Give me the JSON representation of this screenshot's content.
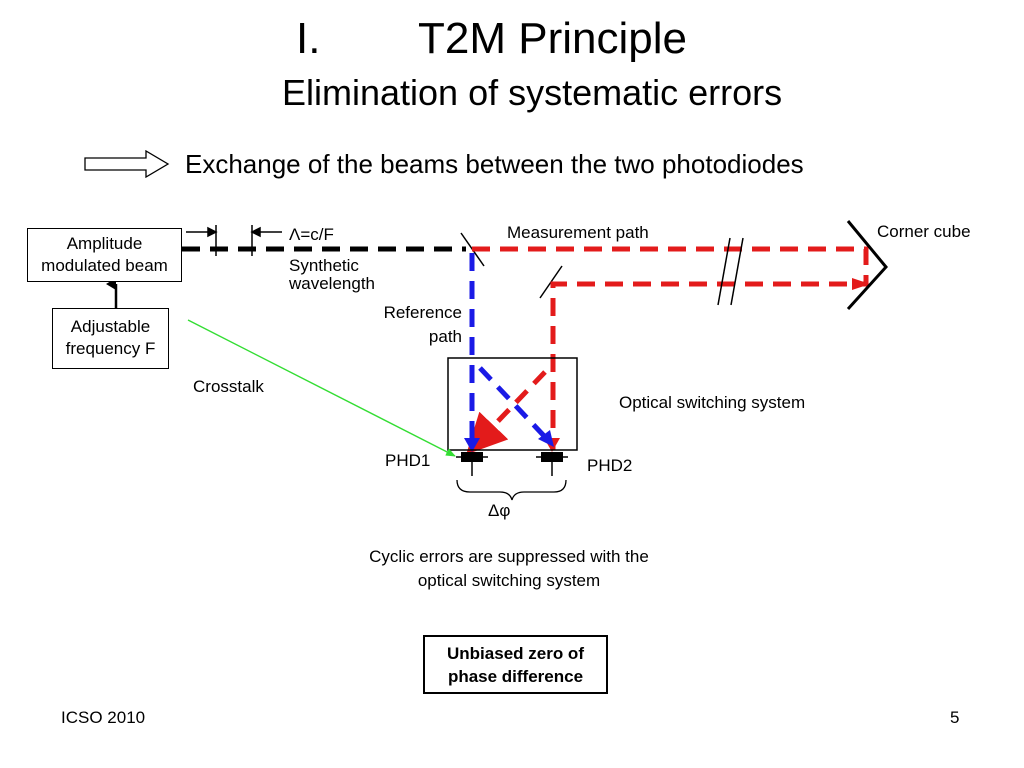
{
  "title": {
    "number": "I.",
    "main": "T2M Principle",
    "subtitle": "Elimination of systematic errors"
  },
  "bullet": {
    "text": "Exchange of the beams between the two photodiodes",
    "icon": "outline-arrow-icon"
  },
  "diagram": {
    "amplitude_box": {
      "line1": "Amplitude",
      "line2": "modulated beam"
    },
    "adjustable_box": {
      "line1": "Adjustable",
      "line2": "frequency F"
    },
    "lambda_label": "Λ=c/F",
    "synthetic_label": {
      "line1": "Synthetic",
      "line2": "wavelength"
    },
    "measurement_label": "Measurement path",
    "corner_cube_label": "Corner cube",
    "reference_label": {
      "line1": "Reference",
      "line2": "path"
    },
    "crosstalk_label": "Crosstalk",
    "switching_label": "Optical switching system",
    "phd1_label": "PHD1",
    "phd2_label": "PHD2",
    "delta_phi_label": "Δφ",
    "cyclic_text": "Cyclic errors are suppressed with the optical switching system",
    "unbiased_box": {
      "line1": "Unbiased zero of",
      "line2": "phase difference"
    },
    "colors": {
      "measurement": "#e31b1b",
      "reference": "#1a1ae6",
      "crosstalk": "#33dd33",
      "source": "#000000"
    }
  },
  "footer": {
    "left": "ICSO 2010",
    "page": "5"
  }
}
